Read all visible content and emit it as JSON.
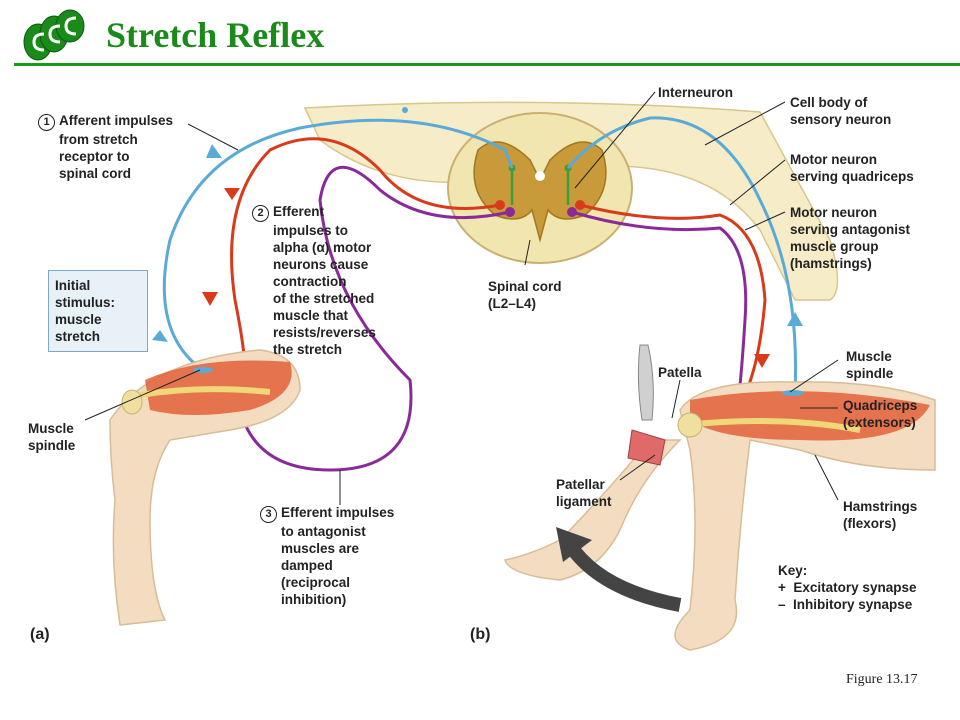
{
  "header": {
    "title": "Stretch Reflex"
  },
  "labels": {
    "step1_num": "1",
    "step1_text": [
      "Afferent impulses",
      "from stretch",
      "receptor to",
      "spinal cord"
    ],
    "step2_num": "2",
    "step2_text": [
      "Efferent",
      "impulses to",
      "alpha (α) motor",
      "neurons cause",
      "contraction",
      "of the stretched",
      "muscle that",
      "resists/reverses",
      "the stretch"
    ],
    "step3_num": "3",
    "step3_text": [
      "Efferent impulses",
      "to antagonist",
      "muscles are",
      "damped",
      "(reciprocal",
      "inhibition)"
    ],
    "initial_stimulus": [
      "Initial",
      "stimulus:",
      "muscle",
      "stretch"
    ],
    "muscle_spindle_a": [
      "Muscle",
      "spindle"
    ],
    "interneuron": "Interneuron",
    "cell_body": [
      "Cell body of",
      "sensory neuron"
    ],
    "motor_quad": [
      "Motor neuron",
      "serving quadriceps"
    ],
    "motor_antag": [
      "Motor neuron",
      "serving antagonist",
      "muscle group",
      "(hamstrings)"
    ],
    "spinal_cord": [
      "Spinal cord",
      "(L2–L4)"
    ],
    "patella": "Patella",
    "muscle_spindle_b": [
      "Muscle",
      "spindle"
    ],
    "quadriceps": [
      "Quadriceps",
      "(extensors)"
    ],
    "patellar_ligament": [
      "Patellar",
      "ligament"
    ],
    "hamstrings": [
      "Hamstrings",
      "(flexors)"
    ],
    "panel_a": "(a)",
    "panel_b": "(b)",
    "figure_ref": "Figure 13.17"
  },
  "key": {
    "title": "Key:",
    "excitatory_sym": "+",
    "excitatory": "Excitatory synapse",
    "inhibitory_sym": "–",
    "inhibitory": "Inhibitory synapse"
  },
  "colors": {
    "title_green": "#1a8a1a",
    "afferent_blue": "#5aaad8",
    "efferent_red": "#d83a1a",
    "inhibition_purple": "#8a2a9a",
    "skin": "#f3dcc0",
    "muscle": "#e0603a",
    "cord": "#f2e6b0"
  }
}
